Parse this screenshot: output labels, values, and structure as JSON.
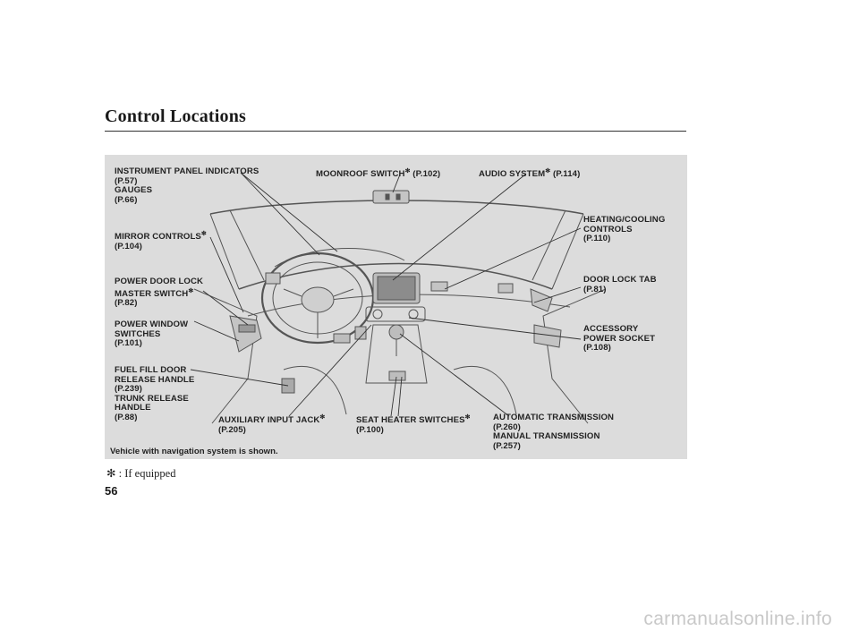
{
  "page": {
    "title": "Control Locations",
    "page_number": "56",
    "footnote": "✻ :  If equipped",
    "watermark": "carmanualsonline.info",
    "nav_note": "Vehicle with navigation system is shown."
  },
  "labels": {
    "instrument": {
      "l1": "INSTRUMENT PANEL INDICATORS",
      "l2": "(P.57)",
      "l3": "GAUGES",
      "l4": "(P.66)"
    },
    "mirror": {
      "l1": "MIRROR CONTROLS",
      "star": "✻",
      "l2": "(P.104)"
    },
    "doorlock_master": {
      "l1": "POWER DOOR LOCK",
      "l2": "MASTER SWITCH",
      "star": "✻",
      "l3": "(P.82)"
    },
    "window": {
      "l1": "POWER WINDOW",
      "l2": "SWITCHES",
      "l3": "(P.101)"
    },
    "fuel": {
      "l1": "FUEL FILL DOOR",
      "l2": "RELEASE HANDLE",
      "l3": "(P.239)",
      "l4": "TRUNK RELEASE",
      "l5": "HANDLE",
      "l6": "(P.88)"
    },
    "moonroof": {
      "l1": "MOONROOF SWITCH",
      "star": "✻",
      "ref": "(P.102)"
    },
    "audio": {
      "l1": "AUDIO SYSTEM",
      "star": "✻",
      "ref": "(P.114)"
    },
    "heating": {
      "l1": "HEATING/COOLING",
      "l2": "CONTROLS",
      "l3": "(P.110)"
    },
    "doortab": {
      "l1": "DOOR LOCK TAB",
      "l2": "(P.81)"
    },
    "socket": {
      "l1": "ACCESSORY",
      "l2": "POWER SOCKET",
      "l3": "(P.108)"
    },
    "aux": {
      "l1": "AUXILIARY INPUT JACK",
      "star": "✻",
      "l2": "(P.205)"
    },
    "seat": {
      "l1": "SEAT HEATER SWITCHES",
      "star": "✻",
      "l2": "(P.100)"
    },
    "trans": {
      "l1": "AUTOMATIC TRANSMISSION",
      "l2": "(P.260)",
      "l3": "MANUAL TRANSMISSION",
      "l4": "(P.257)"
    }
  }
}
